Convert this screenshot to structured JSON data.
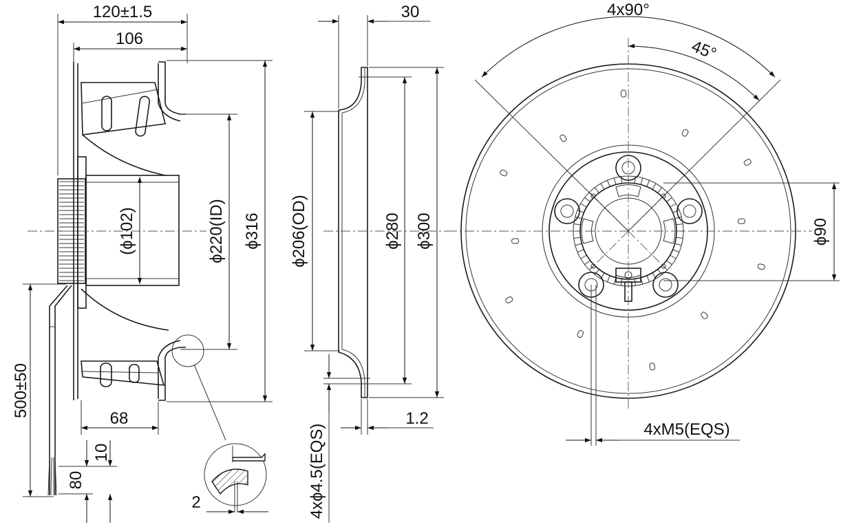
{
  "colors": {
    "line": "#1a1a1a",
    "background": "#ffffff"
  },
  "side_view": {
    "overall_width": "120±1.5",
    "body_width": "106",
    "hub_diameter": "(ϕ102)",
    "inlet_diameter": "ϕ220(ID)",
    "outer_diameter": "ϕ316",
    "cable_length": "500±50",
    "front_depth": "68",
    "strip_length": "10",
    "lead_length": "80",
    "detail_thickness": "2"
  },
  "inlet_ring_view": {
    "depth": "30",
    "outer_diameter": "ϕ206(OD)",
    "bolt_circle": "ϕ280",
    "flange_diameter": "ϕ300",
    "mount_holes": "4xϕ4.5(EQS)",
    "sheet_thickness": "1.2"
  },
  "front_view": {
    "angle_spacing": "4x90°",
    "angle_offset": "45°",
    "motor_bolt_circle": "ϕ90",
    "motor_threads": "4xM5(EQS)"
  }
}
